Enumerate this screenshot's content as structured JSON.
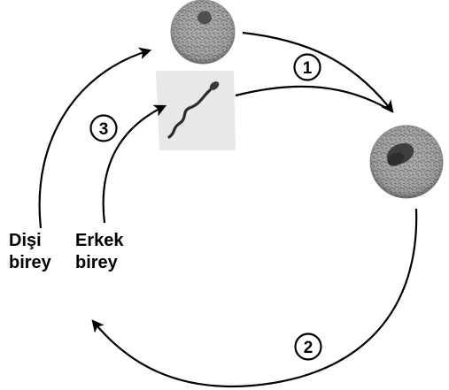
{
  "diagram": {
    "steps": [
      "1",
      "2",
      "3"
    ],
    "parents": {
      "female": [
        "Dişi",
        "birey"
      ],
      "male": [
        "Erkek",
        "birey"
      ]
    },
    "colors": {
      "arrow": "#000000",
      "cell_fill": "#a9a9a9",
      "cell_texture": "#6f6f6f",
      "nucleus_egg": "#505050",
      "nucleus_zygote": "#3a3a3a",
      "sperm_background": "#e4e4e4",
      "sperm": "#2b2b2b"
    },
    "icons": [
      "egg-cell-icon",
      "zygote-cell-icon",
      "sperm-cell-icon"
    ]
  }
}
